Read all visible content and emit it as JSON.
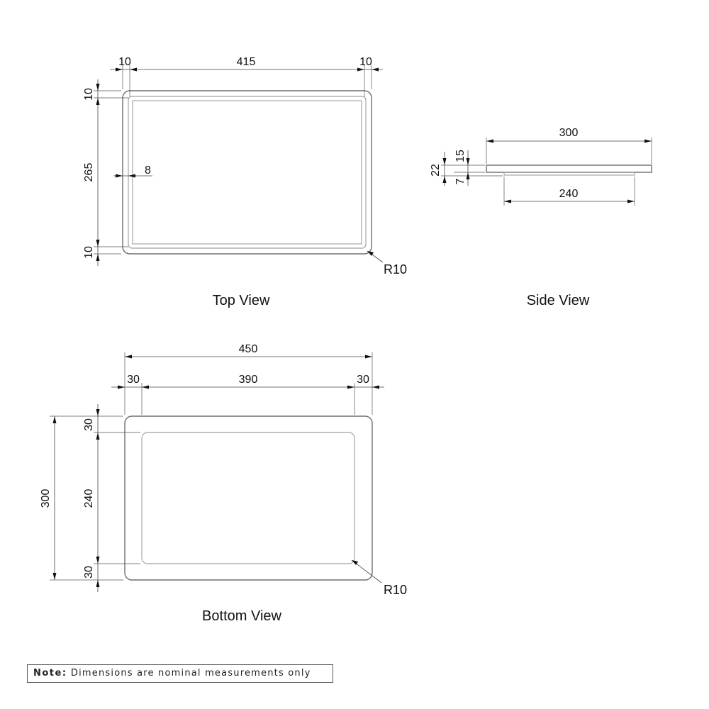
{
  "views": {
    "top": {
      "label": "Top View",
      "dims": {
        "left_rim": "10",
        "length": "415",
        "right_rim": "10",
        "top_rim": "10",
        "width": "265",
        "bottom_rim": "10",
        "wall": "8",
        "radius": "R10"
      }
    },
    "side": {
      "label": "Side View",
      "dims": {
        "top_width": "300",
        "base_width": "240",
        "total_height": "22",
        "top_thickness": "15",
        "base_thickness": "7"
      }
    },
    "bottom": {
      "label": "Bottom View",
      "dims": {
        "overall_length": "450",
        "left_margin": "30",
        "inner_length": "390",
        "right_margin": "30",
        "overall_width": "300",
        "top_margin": "30",
        "inner_width": "240",
        "bottom_margin": "30",
        "radius": "R10"
      }
    }
  },
  "note": {
    "prefix": "Note:",
    "text": "Dimensions are nominal measurements only"
  }
}
